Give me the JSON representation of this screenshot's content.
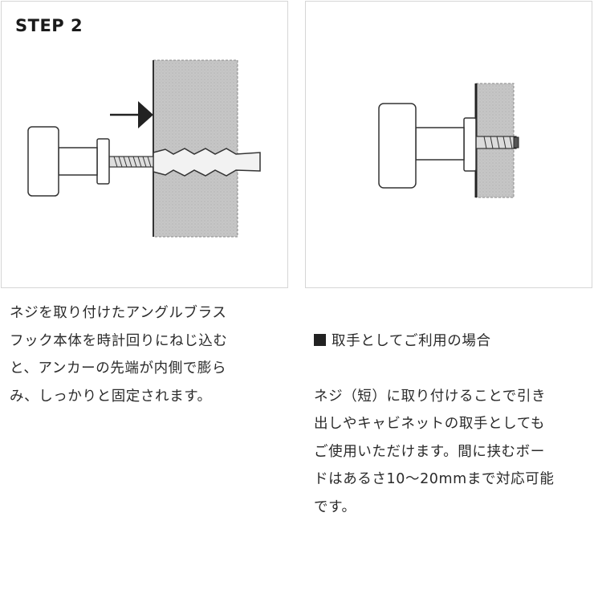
{
  "step_label": "STEP 2",
  "left_description": "ネジを取り付けたアングルブラス\nフック本体を時計回りにねじ込む\nと、アンカーの先端が内側で膨ら\nみ、しっかりと固定されます。",
  "right_heading": "取手としてご利用の場合",
  "right_description": "ネジ（短）に取り付けることで引き\n出しやキャビネットの取手としても\nご使用いただけます。間に挟むボー\nドはあるさ10〜20mmまで対応可能\nです。",
  "colors": {
    "wall": "#c4c4c4",
    "line": "#333333",
    "panel_border": "#d6d6d6"
  }
}
